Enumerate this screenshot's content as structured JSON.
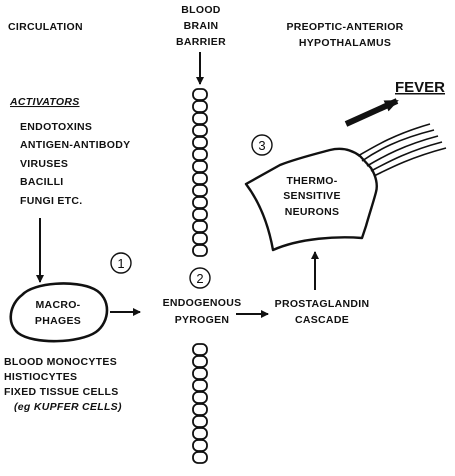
{
  "headers": {
    "circulation": "CIRCULATION",
    "bbb": [
      "BLOOD",
      "BRAIN",
      "BARRIER"
    ],
    "hypothalamus": [
      "PREOPTIC-ANTERIOR",
      "HYPOTHALAMUS"
    ]
  },
  "activators": {
    "title": "ACTIVATORS",
    "items": [
      "ENDOTOXINS",
      "ANTIGEN-ANTIBODY",
      "VIRUSES",
      "BACILLI",
      "FUNGI ETC."
    ]
  },
  "steps": [
    "1",
    "2",
    "3"
  ],
  "macrophages": [
    "MACRO-",
    "PHAGES"
  ],
  "endogenous_pyrogen": [
    "ENDOGENOUS",
    "PYROGEN"
  ],
  "prostaglandin": [
    "PROSTAGLANDIN",
    "CASCADE"
  ],
  "neurons": [
    "THERMO-",
    "SENSITIVE",
    "NEURONS"
  ],
  "fever": "FEVER",
  "sources": [
    "BLOOD MONOCYTES",
    "HISTIOCYTES",
    "FIXED TISSUE CELLS",
    "(eg KUPFER CELLS)"
  ],
  "colors": {
    "ink": "#111111",
    "background": "#ffffff"
  }
}
